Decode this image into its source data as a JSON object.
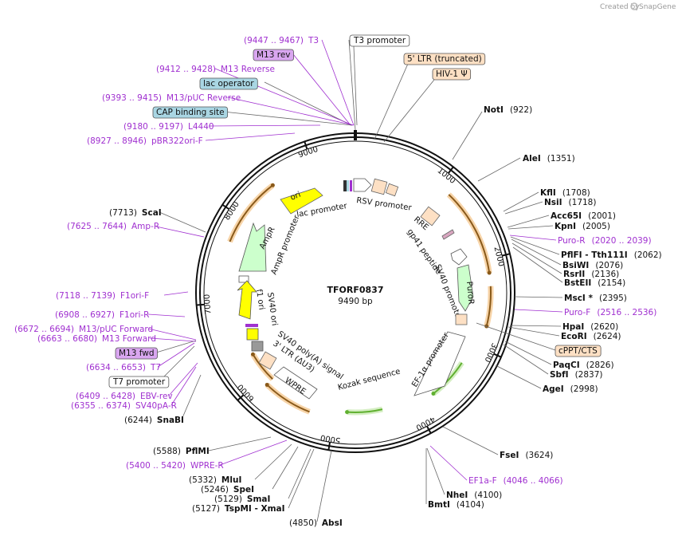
{
  "credit": {
    "prefix": "Created by",
    "brand": "SnapGene"
  },
  "plasmid": {
    "name": "TFORF0837",
    "length_label": "9490 bp"
  },
  "ring_ticks": [
    {
      "label": "1000"
    },
    {
      "label": "2000"
    },
    {
      "label": "3000"
    },
    {
      "label": "4000"
    },
    {
      "label": "5000"
    },
    {
      "label": "6000"
    },
    {
      "label": "7000"
    },
    {
      "label": "8000"
    },
    {
      "label": "9000"
    }
  ],
  "right_labels": [
    {
      "name": "NotI",
      "pos": "(922)"
    },
    {
      "name": "AleI",
      "pos": "(1351)"
    },
    {
      "name": "KflI",
      "pos": "(1708)"
    },
    {
      "name": "NsiI",
      "pos": "(1718)"
    },
    {
      "name": "Acc65I",
      "pos": "(2001)"
    },
    {
      "name": "KpnI",
      "pos": "(2005)"
    },
    {
      "name": "Puro-R",
      "pos": "(2020 .. 2039)"
    },
    {
      "name": "PflFI  - Tth111I",
      "pos": "(2062)"
    },
    {
      "name": "BsiWI",
      "pos": "(2076)"
    },
    {
      "name": "RsrII",
      "pos": "(2136)"
    },
    {
      "name": "BstEII",
      "pos": "(2154)"
    },
    {
      "name": "MscI *",
      "pos": "(2395)"
    },
    {
      "name": "Puro-F",
      "pos": "(2516 .. 2536)"
    },
    {
      "name": "HpaI",
      "pos": "(2620)"
    },
    {
      "name": "EcoRI",
      "pos": "(2624)"
    },
    {
      "name": "PaqCI",
      "pos": "(2826)"
    },
    {
      "name": "SbfI",
      "pos": "(2837)"
    },
    {
      "name": "AgeI",
      "pos": "(2998)"
    },
    {
      "name": "FseI",
      "pos": "(3624)"
    },
    {
      "name": "EF1a-F",
      "pos": "(4046 .. 4066)"
    },
    {
      "name": "NheI",
      "pos": "(4100)"
    },
    {
      "name": "BmtI",
      "pos": "(4104)"
    }
  ],
  "bottom_labels": [
    {
      "name": "PflMI",
      "pos": "(5588)"
    },
    {
      "name": "WPRE-R",
      "pos": "(5400 .. 5420)"
    },
    {
      "name": "MluI",
      "pos": "(5332)"
    },
    {
      "name": "SpeI",
      "pos": "(5246)"
    },
    {
      "name": "SmaI",
      "pos": "(5129)"
    },
    {
      "name": "TspMI  - XmaI",
      "pos": "(5127)"
    },
    {
      "name": "AbsI",
      "pos": "(4850)"
    },
    {
      "name": "SnaBI",
      "pos": "(6244)"
    }
  ],
  "left_labels": [
    {
      "name": "T3",
      "pos": "(9447 .. 9467)"
    },
    {
      "name": "M13 Reverse",
      "pos": "(9412 .. 9428)"
    },
    {
      "name": "M13/pUC Reverse",
      "pos": "(9393 .. 9415)"
    },
    {
      "name": "L4440",
      "pos": "(9180 .. 9197)"
    },
    {
      "name": "pBR322ori-F",
      "pos": "(8927 .. 8946)"
    },
    {
      "name": "ScaI",
      "pos": "(7713)"
    },
    {
      "name": "Amp-R",
      "pos": "(7625 .. 7644)"
    },
    {
      "name": "F1ori-F",
      "pos": "(7118 .. 7139)"
    },
    {
      "name": "F1ori-R",
      "pos": "(6908 .. 6927)"
    },
    {
      "name": "M13/pUC Forward",
      "pos": "(6672 .. 6694)"
    },
    {
      "name": "M13 Forward",
      "pos": "(6663 .. 6680)"
    },
    {
      "name": "T7",
      "pos": "(6634 .. 6653)"
    },
    {
      "name": "EBV-rev",
      "pos": "(6409 .. 6428)"
    },
    {
      "name": "SV40pA-R",
      "pos": "(6355 .. 6374)"
    }
  ],
  "boxed_labels": [
    {
      "text": "T3 promoter",
      "color": "#ffffff"
    },
    {
      "text": "M13 rev",
      "color": "#d9a6f0"
    },
    {
      "text": "lac operator",
      "color": "#a9d6e3"
    },
    {
      "text": "CAP binding site",
      "color": "#a9d6e3"
    },
    {
      "text": "5' LTR (truncated)",
      "color": "#fde0c4"
    },
    {
      "text": "HIV-1 Ψ",
      "color": "#fde0c4"
    },
    {
      "text": "cPPT/CTS",
      "color": "#fde0c4"
    },
    {
      "text": "M13 fwd",
      "color": "#d9a6f0"
    },
    {
      "text": "T7 promoter",
      "color": "#ffffff"
    }
  ],
  "features": [
    {
      "text": "ori"
    },
    {
      "text": "lac promoter"
    },
    {
      "text": "RSV promoter"
    },
    {
      "text": "RRE"
    },
    {
      "text": "gp41 peptide"
    },
    {
      "text": "SV40 promoter"
    },
    {
      "text": "PuroR"
    },
    {
      "text": "AmpR"
    },
    {
      "text": "AmpR promoter"
    },
    {
      "text": "f1 ori"
    },
    {
      "text": "SV40 ori"
    },
    {
      "text": "SV40 poly(A) signal"
    },
    {
      "text": "3' LTR (ΔU3)"
    },
    {
      "text": "WPRE"
    },
    {
      "text": "Kozak sequence"
    },
    {
      "text": "EF-1α promoter"
    }
  ],
  "colors": {
    "enzyme": "#111111",
    "primer": "#a030d0",
    "ori": "#ffff00",
    "marker": "#ccffcc",
    "ltr": "#fde0c4",
    "orf": "#f0b060",
    "orf_inner": "#8a5a1a",
    "green_orf": "#60b030"
  }
}
